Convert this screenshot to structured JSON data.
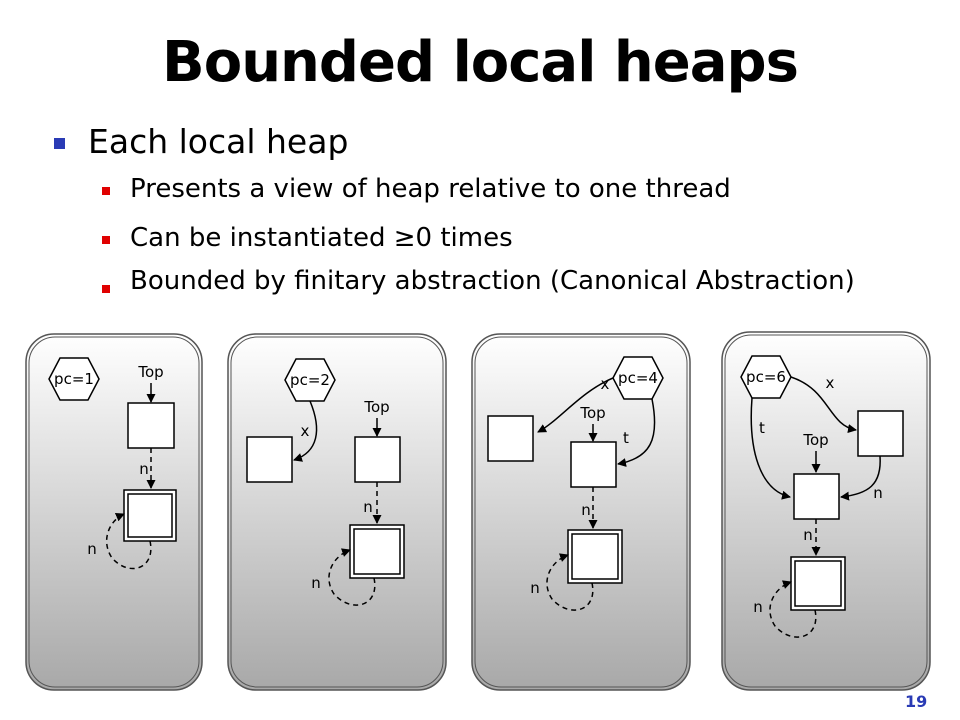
{
  "title": "Bounded local heaps",
  "bullets": {
    "main": "Each local heap",
    "subs": [
      "Presents a view of heap relative to one thread",
      "Can be instantiated ≥0 times",
      "Bounded by finitary abstraction (Canonical Abstraction)"
    ]
  },
  "panels": [
    {
      "pc": "pc=1",
      "top": "Top",
      "edge_n": "n",
      "self_n": "n"
    },
    {
      "pc": "pc=2",
      "top": "Top",
      "x": "x",
      "edge_n": "n",
      "self_n": "n"
    },
    {
      "pc": "pc=4",
      "top": "Top",
      "x": "x",
      "t": "t",
      "edge_n": "n",
      "self_n": "n"
    },
    {
      "pc": "pc=6",
      "top": "Top",
      "x": "x",
      "t": "t",
      "n_right": "n",
      "edge_n": "n",
      "self_n": "n"
    }
  ],
  "page_number": "19",
  "colors": {
    "bullet_main": "#2a3bb5",
    "bullet_sub": "#e00000",
    "page_number": "#2a3bb5"
  }
}
